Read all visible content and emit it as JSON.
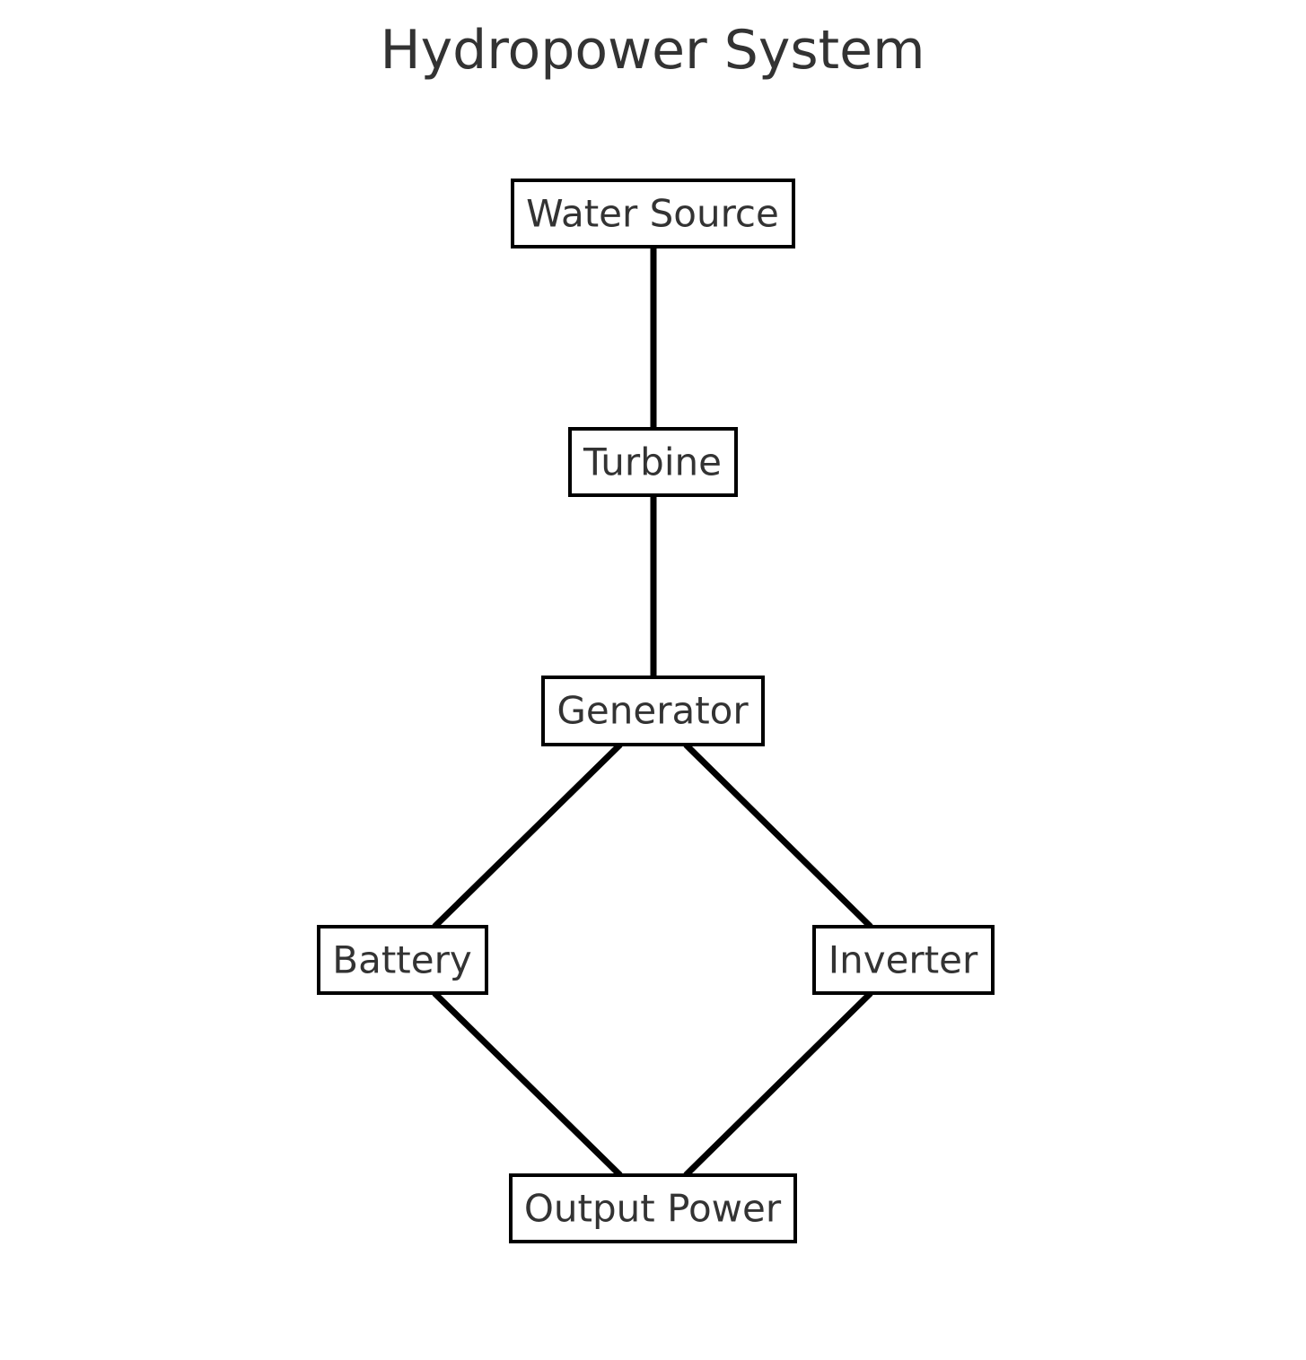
{
  "title": "Hydropower System",
  "nodes": [
    {
      "id": "water-source",
      "label": "Water Source"
    },
    {
      "id": "turbine",
      "label": "Turbine"
    },
    {
      "id": "generator",
      "label": "Generator"
    },
    {
      "id": "battery",
      "label": "Battery"
    },
    {
      "id": "inverter",
      "label": "Inverter"
    },
    {
      "id": "output-power",
      "label": "Output Power"
    }
  ],
  "edges": [
    {
      "from": "water-source",
      "to": "turbine"
    },
    {
      "from": "turbine",
      "to": "generator"
    },
    {
      "from": "generator",
      "to": "battery"
    },
    {
      "from": "generator",
      "to": "inverter"
    },
    {
      "from": "battery",
      "to": "output-power"
    },
    {
      "from": "inverter",
      "to": "output-power"
    }
  ],
  "colors": {
    "text": "#333333",
    "stroke": "#000000",
    "background": "#ffffff"
  }
}
